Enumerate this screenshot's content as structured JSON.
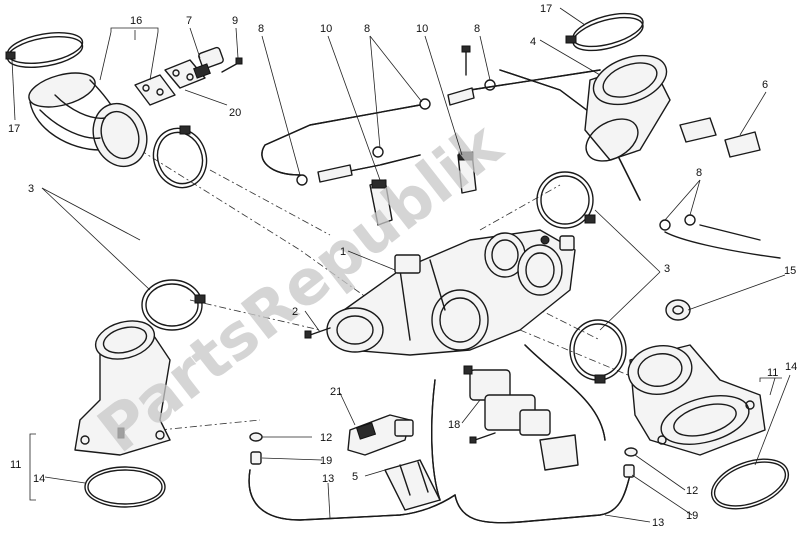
{
  "watermark": "PartsRepublik",
  "callouts": {
    "c1": "1",
    "c2": "2",
    "c3a": "3",
    "c3b": "3",
    "c4": "4",
    "c5": "5",
    "c6": "6",
    "c7": "7",
    "c8a": "8",
    "c8b": "8",
    "c8c": "8",
    "c8d": "8",
    "c9": "9",
    "c10a": "10",
    "c10b": "10",
    "c11a": "11",
    "c11b": "11",
    "c12a": "12",
    "c12b": "12",
    "c13a": "13",
    "c13b": "13",
    "c14a": "14",
    "c14b": "14",
    "c15": "15",
    "c16": "16",
    "c17a": "17",
    "c17b": "17",
    "c18": "18",
    "c19a": "19",
    "c19b": "19",
    "c20": "20",
    "c21": "21"
  }
}
